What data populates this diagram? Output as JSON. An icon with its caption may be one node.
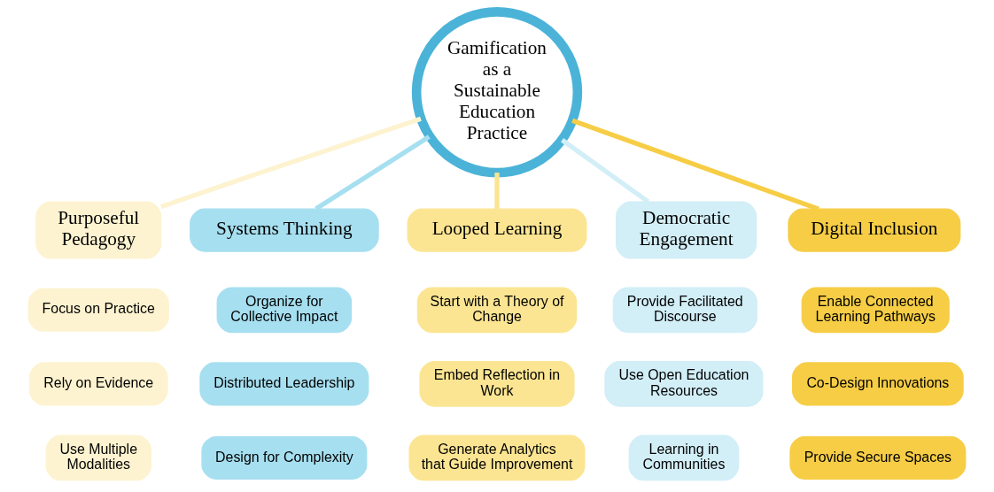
{
  "diagram": {
    "nodes": [
      {
        "text": [
          "Gamification as a Sustainable Education Practice"
        ]
      },
      {
        "text": [
          "Purposeful Pedagogy"
        ]
      },
      {
        "text": [
          "Focus on Practice"
        ]
      },
      {
        "text": [
          "Rely on Evidence"
        ]
      },
      {
        "text": [
          "Use Multiple Modalities"
        ]
      },
      {
        "text": [
          "Systems Thinking"
        ]
      },
      {
        "text": [
          "Organize for Collective Impact"
        ]
      },
      {
        "text": [
          "Distributed Leadership"
        ]
      },
      {
        "text": [
          "Design for Complexity"
        ]
      },
      {
        "text": [
          "Looped Learning"
        ]
      },
      {
        "text": [
          "Start with a Theory of Change"
        ]
      },
      {
        "text": [
          "Embed Reflection in Work"
        ]
      },
      {
        "text": [
          "Generate Analytics that Guide Improvement"
        ]
      },
      {
        "text": [
          "Democratic Engagement"
        ]
      },
      {
        "text": [
          "Provide Facilitated Discourse"
        ]
      },
      {
        "text": [
          "Use Open Education Resources"
        ]
      },
      {
        "text": [
          "Learning in Communities"
        ]
      },
      {
        "text": [
          "Digital Inclusion"
        ]
      },
      {
        "text": [
          "Enable Connected Learning Pathways"
        ]
      },
      {
        "text": [
          "Co-Design Innovations"
        ]
      },
      {
        "text": [
          "Provide Secure Spaces"
        ]
      }
    ],
    "edges": [
      {
        "from": 0,
        "to": 1,
        "arrow": "none",
        "color": "#fdf3d0"
      },
      {
        "from": 0,
        "to": 5,
        "arrow": "none",
        "color": "#a6dff0"
      },
      {
        "from": 0,
        "to": 9,
        "arrow": "none",
        "color": "#fbe592"
      },
      {
        "from": 0,
        "to": 13,
        "arrow": "none",
        "color": "#d2eef7"
      },
      {
        "from": 0,
        "to": 17,
        "arrow": "none",
        "color": "#f6cd45"
      }
    ]
  }
}
